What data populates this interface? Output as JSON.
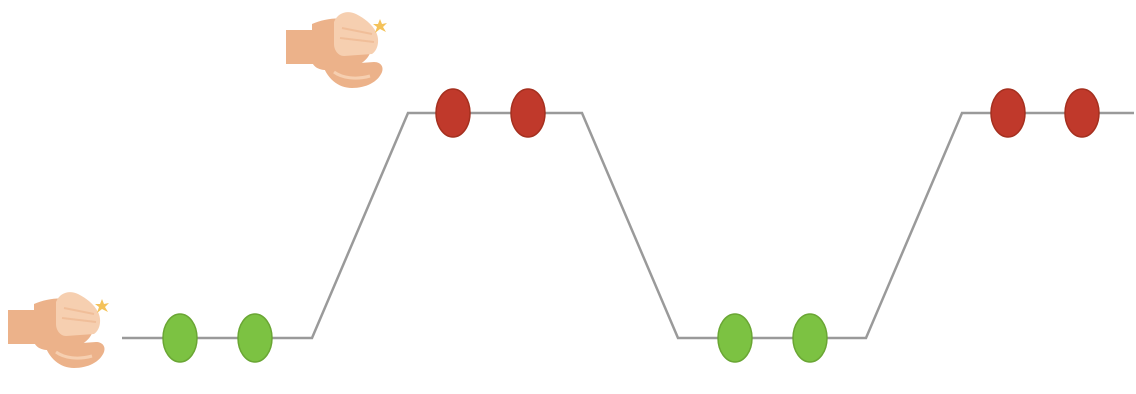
{
  "diagram": {
    "line_color": "#9a9a9a",
    "skin_dark": "#ecb28a",
    "skin_light": "#f6cfb0",
    "spark_color": "#f4c25a",
    "levels": [
      "low",
      "high",
      "low",
      "high"
    ],
    "markers": [
      {
        "level": "low",
        "color": "#7cc242",
        "stroke": "#6aa634"
      },
      {
        "level": "low",
        "color": "#7cc242",
        "stroke": "#6aa634"
      },
      {
        "level": "high",
        "color": "#c0392b",
        "stroke": "#a5301f"
      },
      {
        "level": "high",
        "color": "#c0392b",
        "stroke": "#a5301f"
      },
      {
        "level": "low",
        "color": "#7cc242",
        "stroke": "#6aa634"
      },
      {
        "level": "low",
        "color": "#7cc242",
        "stroke": "#6aa634"
      },
      {
        "level": "high",
        "color": "#c0392b",
        "stroke": "#a5301f"
      },
      {
        "level": "high",
        "color": "#c0392b",
        "stroke": "#a5301f"
      }
    ],
    "icons": [
      "snap-hand-icon",
      "snap-hand-icon"
    ]
  }
}
